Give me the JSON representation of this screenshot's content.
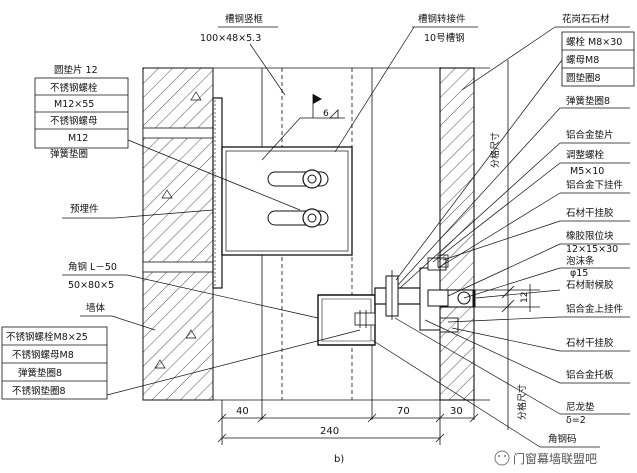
{
  "labels": {
    "channel_frame": "槽钢竖框",
    "channel_frame_size": "100×48×5.3",
    "channel_connector": "槽钢转接件",
    "channel_connector_size": "10号槽钢",
    "granite": "花岗石石材",
    "bolt_m8x30": "螺栓 M8×30",
    "nut_m8": "螺母M8",
    "round_washer_8": "圆垫圈8",
    "spring_washer_8_right": "弹簧垫圈8",
    "round_washer_12": "圆垫片 12",
    "ss_bolt": "不锈钢螺栓",
    "m12x55": "M12×55",
    "ss_nut": "不锈钢螺母",
    "m12": "M12",
    "spring_washer": "弹簧垫圈",
    "weld_size": "6",
    "embedded_part": "预埋件",
    "angle_steel": "角钢 L－50",
    "angle_steel_size": "50×80×5",
    "wall": "墙体",
    "ss_bolt_m8x25": "不锈钢螺栓M8×25",
    "ss_nut_m8": "不锈钢螺母M8",
    "spring_washer_8": "弹簧垫圈8",
    "ss_washer_8": "不锈钢垫圈8",
    "alu_washer": "铝合金垫片",
    "adjust_screw": "调整螺栓",
    "m5x10": "M5×10",
    "alu_lower_hanger": "铝合金下挂件",
    "stone_dry_glue": "石材干挂胶",
    "rubber_block": "橡胶限位块",
    "rubber_block_size": "12×15×30",
    "foam_strip": "泡沫条",
    "phi15": "φ15",
    "stone_sealant": "石材耐候胶",
    "alu_upper_hanger": "铝合金上挂件",
    "stone_dry_glue_2": "石材干挂胶",
    "alu_bracket": "铝合金托板",
    "nylon_pad": "尼龙垫",
    "delta2": "δ=2",
    "angle_code": "角钢码",
    "grid_size_top": "分格尺寸",
    "grid_size_bottom": "分格尺寸",
    "joint_12": "12"
  },
  "dimensions": {
    "d40": "40",
    "d240": "240",
    "d70": "70",
    "d30": "30"
  },
  "figure_label": "b)",
  "watermark": "门窗幕墙联盟吧"
}
